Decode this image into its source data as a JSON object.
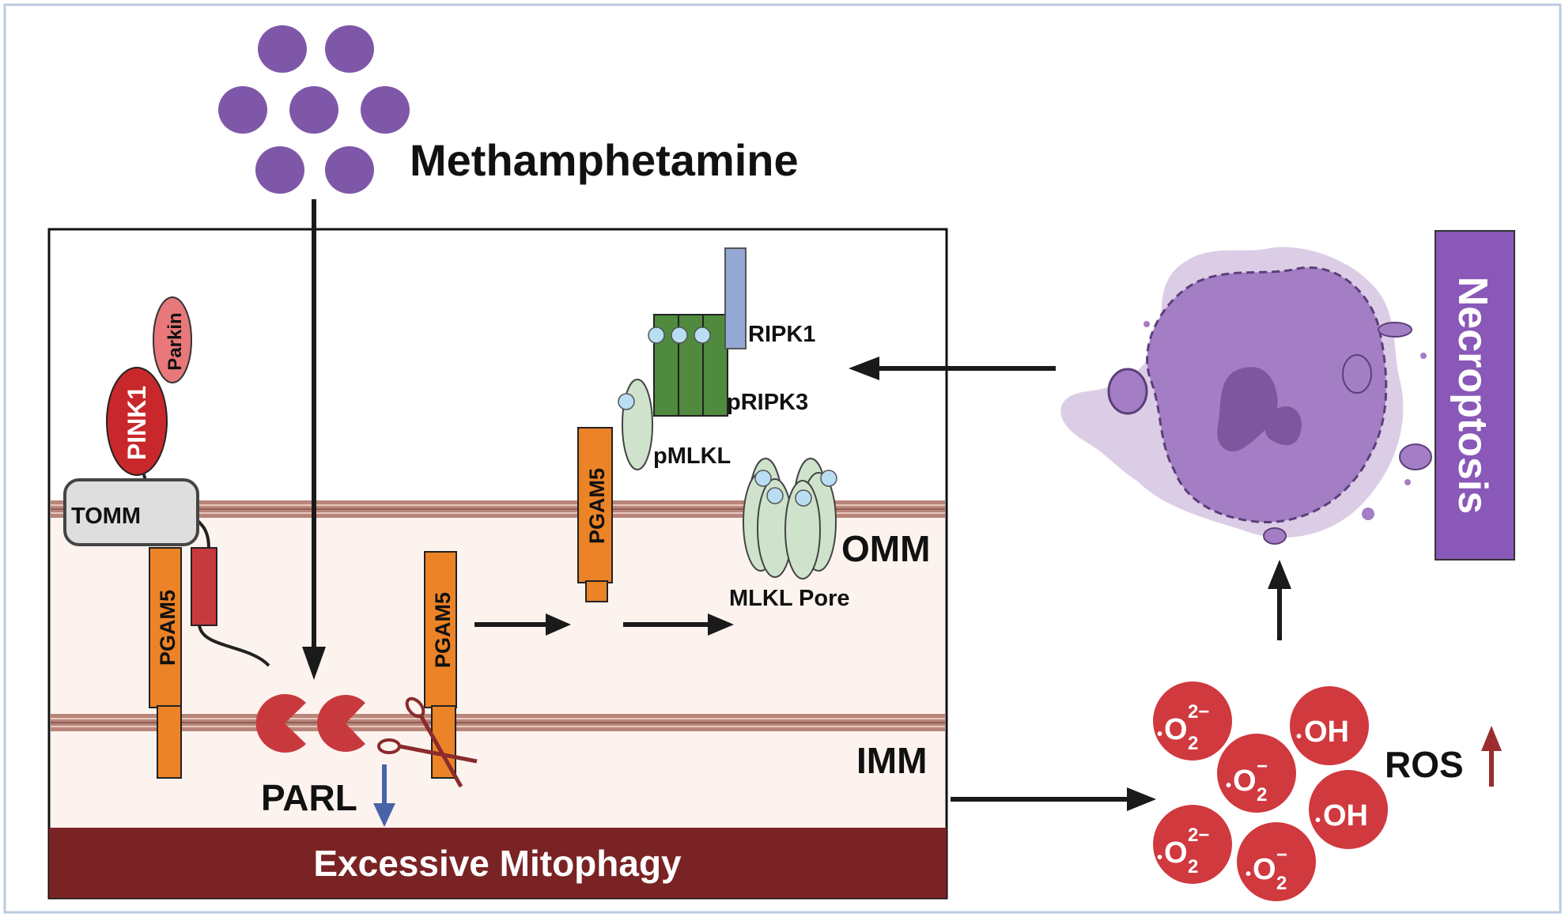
{
  "labels": {
    "drug": "Methamphetamine",
    "parkin": "Parkin",
    "pink1": "PINK1",
    "tomm": "TOMM",
    "pgam5": "PGAM5",
    "parl": "PARL",
    "ripk1": "RIPK1",
    "pripk3": "pRIPK3",
    "pmlkl": "pMLKL",
    "mlkl_pore": "MLKL Pore",
    "omm": "OMM",
    "imm": "IMM",
    "banner": "Excessive Mitophagy",
    "necroptosis": "Necroptosis",
    "ros": "ROS"
  },
  "ros_species": {
    "superoxide_dianion": {
      "base": "O",
      "sub": "2",
      "sup": "2−",
      "dot": "•"
    },
    "superoxide": {
      "base": "O",
      "sub": "2",
      "sup": "−",
      "dot": "•"
    },
    "hydroxyl": {
      "text": "OH",
      "dot": "•"
    }
  },
  "colors": {
    "drug_purple": "#7f57a8",
    "membrane_brown": "#b9857a",
    "intermembrane_fill": "#fdf3ee",
    "pgam5_orange": "#ec8327",
    "pink1_red": "#c8282b",
    "parkin_pink": "#e8787a",
    "parl_red": "#c8393d",
    "ripk1_blue": "#93a8d4",
    "ripk3_green": "#4f8a3f",
    "mlkl_green": "#cfe3cc",
    "phospho_blue": "#b9def3",
    "banner_maroon": "#7a2324",
    "necroptosis_purple": "#8a58b8",
    "ros_red": "#d0393e",
    "ros_up_arrow": "#9b2d2f",
    "parl_down_arrow": "#4a63a7"
  }
}
